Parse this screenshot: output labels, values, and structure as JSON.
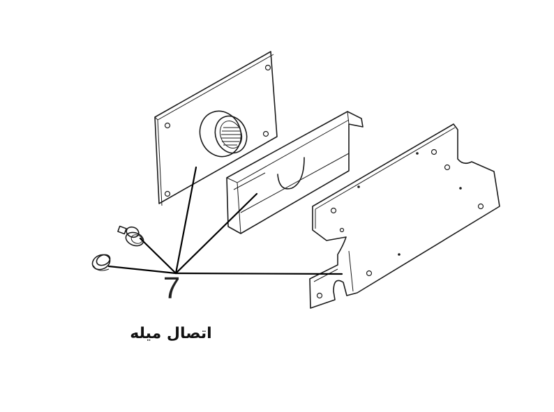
{
  "callout": {
    "number": "7"
  },
  "caption": {
    "text": "اتصال میله"
  },
  "icons": [
    "mounting-plate-with-bearing",
    "channel-bracket",
    "side-frame-plate",
    "bolt",
    "bushing-ring"
  ],
  "colors": {
    "line": "#1a1a1a",
    "background": "#ffffff"
  }
}
